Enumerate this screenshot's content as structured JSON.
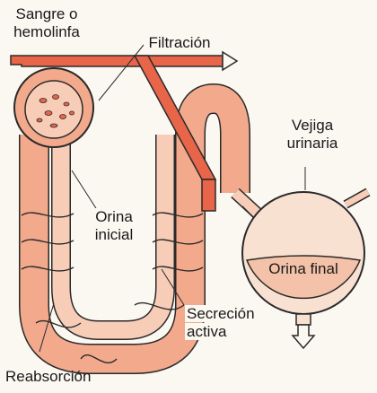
{
  "labels": {
    "sangre_line1": "Sangre o",
    "sangre_line2": "hemolinfa",
    "filtracion": "Filtración",
    "vejiga_line1": "Vejiga",
    "vejiga_line2": "urinaria",
    "orina_inicial_line1": "Orina",
    "orina_inicial_line2": "inicial",
    "orina_final": "Orina final",
    "secrecion_line1": "Secreción",
    "secrecion_line2": "activa",
    "reabsorcion": "Reabsorción"
  },
  "colors": {
    "tubule_fill": "#f2a98c",
    "tubule_light": "#f8cdb8",
    "vessel": "#e8654a",
    "outline": "#2a2a2a",
    "bladder_fill": "#f9e1d2",
    "urine_fill": "#f3c2a8",
    "background": "#fbf7f1"
  },
  "icons": [
    "down-arrow-icon",
    "right-arrow-icon",
    "flow-arrow-icon"
  ]
}
